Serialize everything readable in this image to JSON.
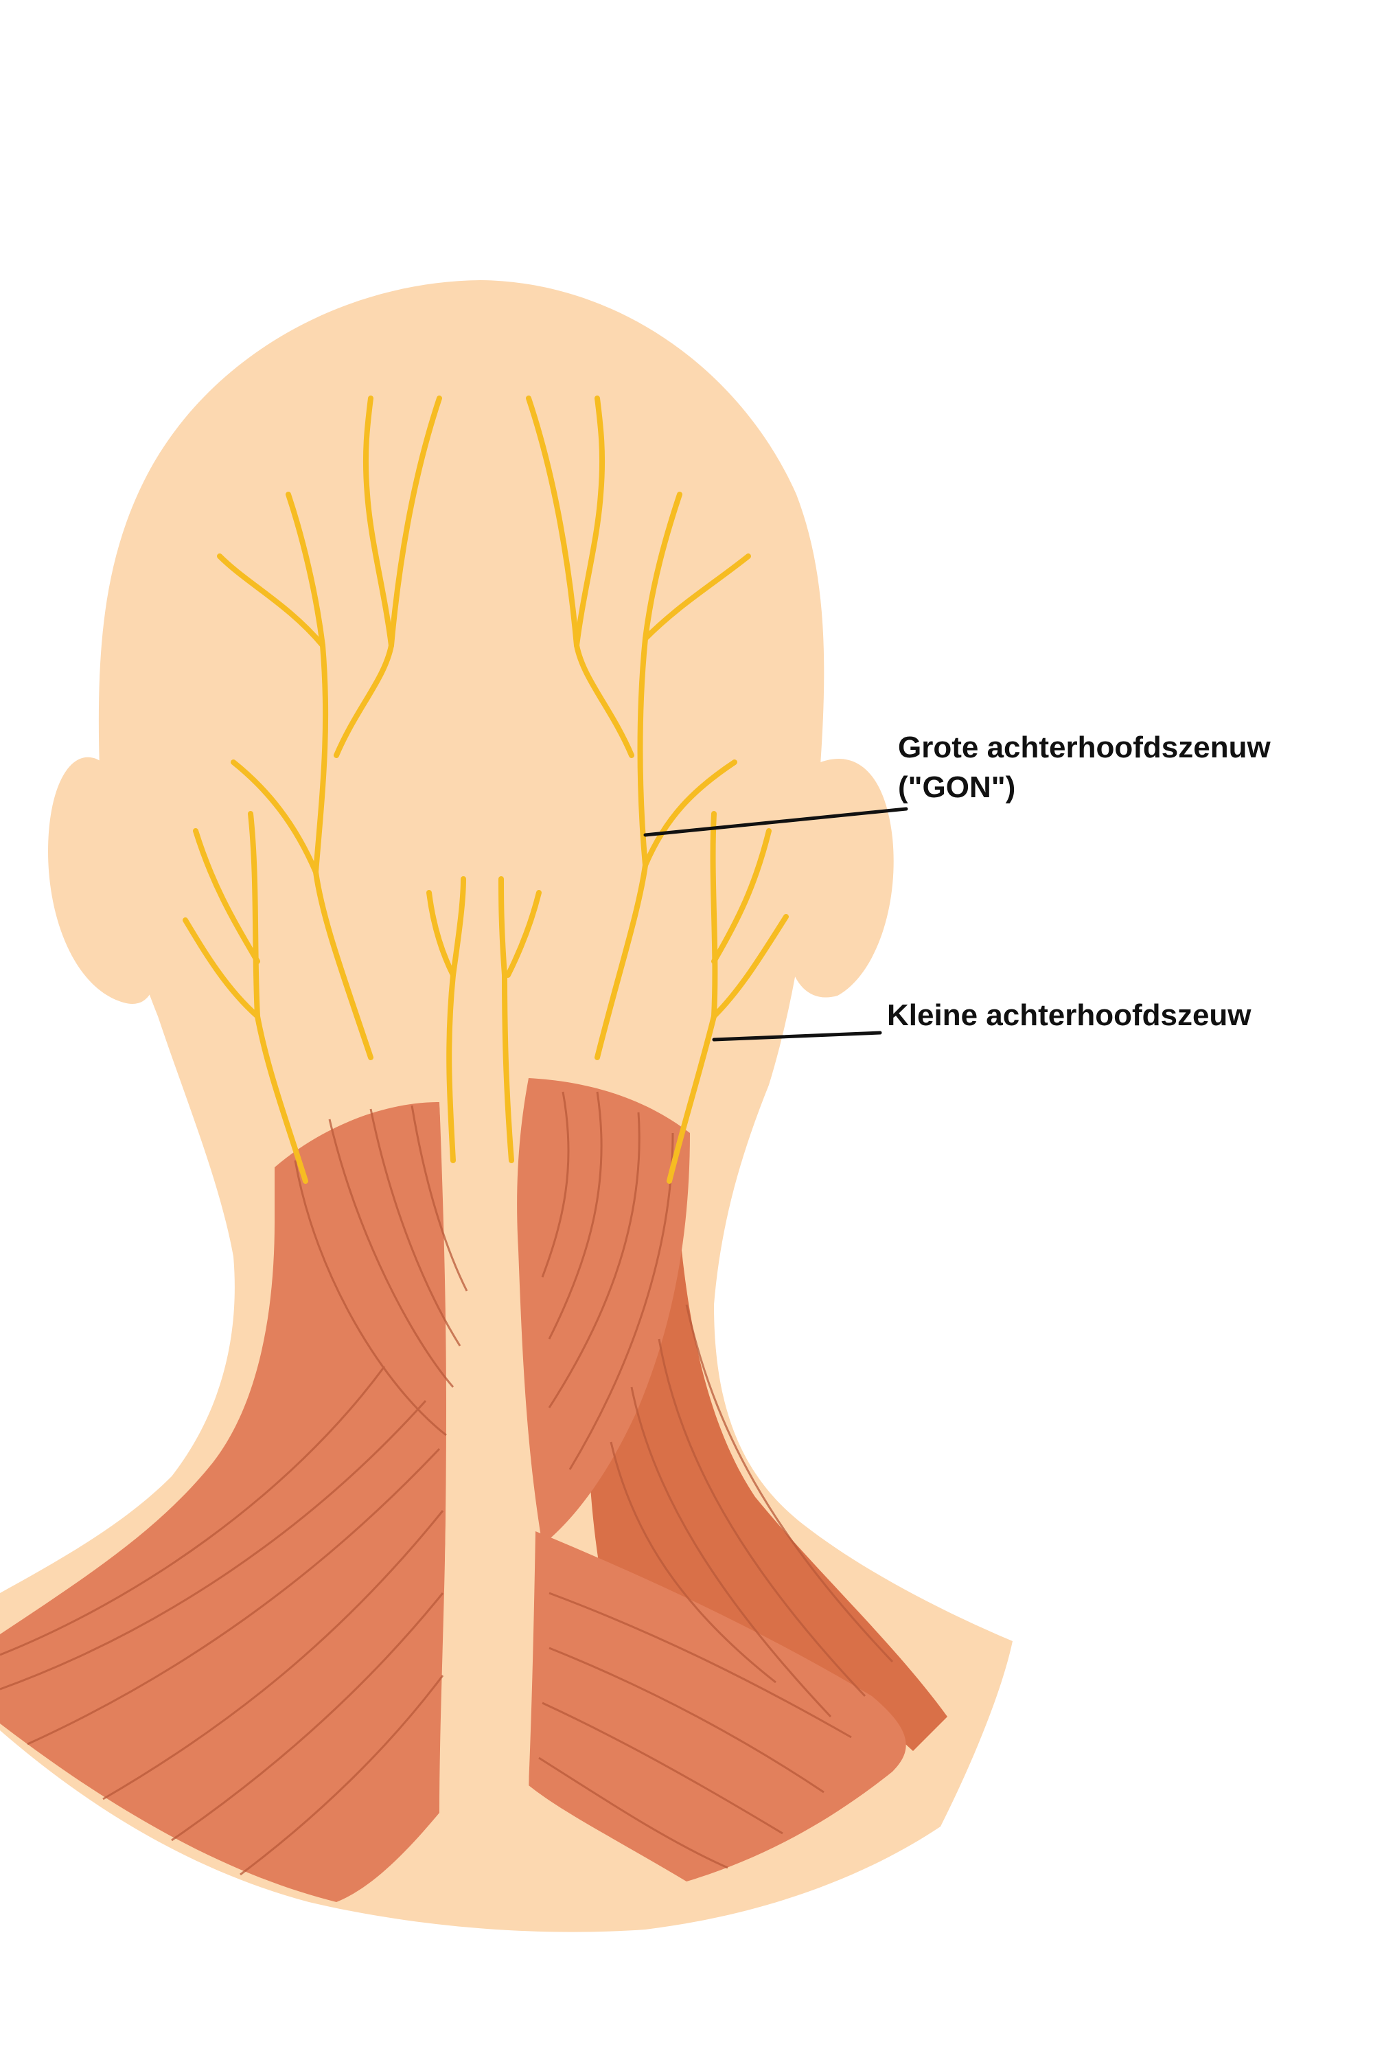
{
  "labels": {
    "greater_occipital_nerve": {
      "line1": "Grote achterhoofdszenuw",
      "line2": "(\"GON\")"
    },
    "lesser_occipital_nerve": "Kleine achterhoofdszeuw"
  },
  "colors": {
    "background": "#ffffff",
    "skin": "#fcd8b0",
    "muscle": "#e2805c",
    "muscle_dark": "#d97048",
    "muscle_fiber": "#b95a3a",
    "nerve": "#f6bc22",
    "leader_line": "#111111",
    "text": "#111111"
  }
}
